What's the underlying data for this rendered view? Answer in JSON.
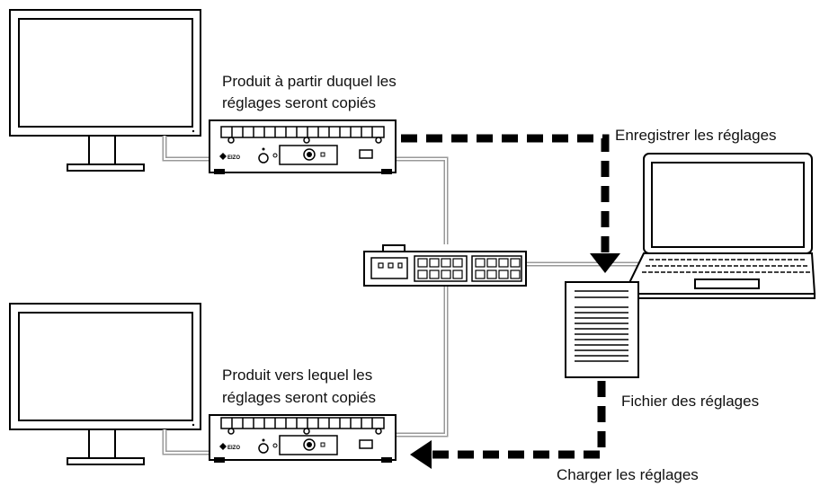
{
  "labels": {
    "source_product_line1": "Produit à partir duquel les",
    "source_product_line2": "réglages seront copiés",
    "target_product_line1": "Produit vers lequel les",
    "target_product_line2": "réglages seront copiés",
    "save_settings": "Enregistrer les réglages",
    "settings_file": "Fichier des réglages",
    "load_settings": "Charger les réglages"
  },
  "device_brand": "EIZO",
  "colors": {
    "line": "#000000",
    "cable": "#999999",
    "background": "#ffffff"
  }
}
